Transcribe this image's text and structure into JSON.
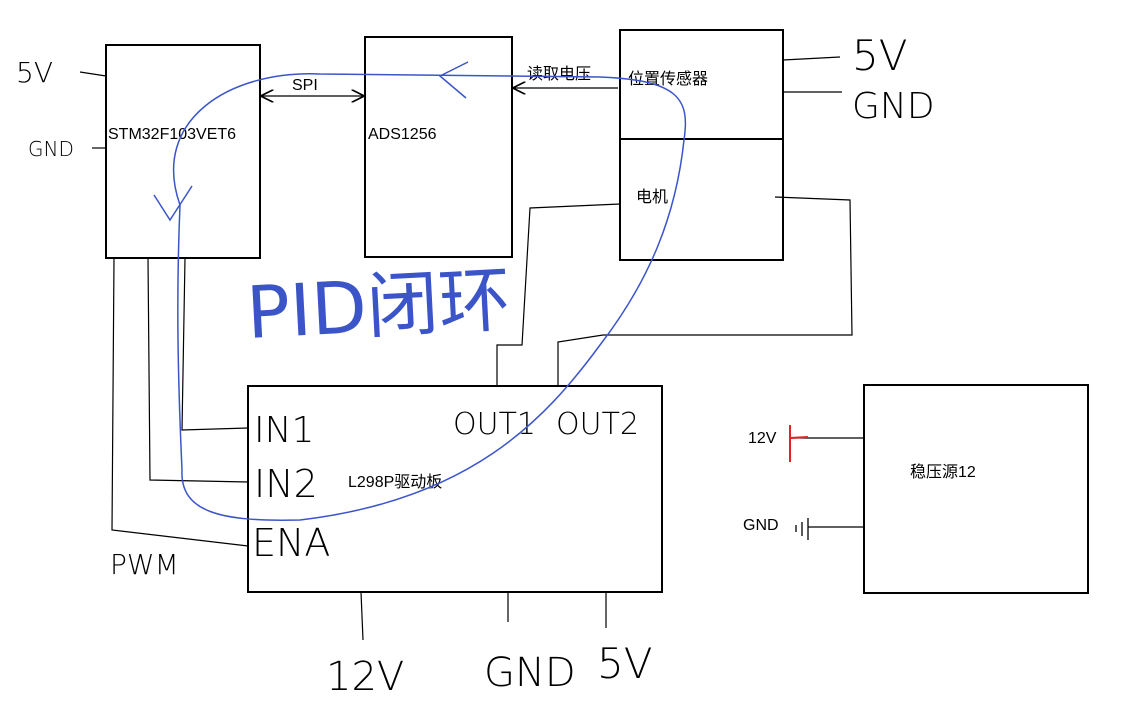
{
  "blocks": {
    "mcu": "STM32F103VET6",
    "adc": "ADS1256",
    "sensor": "位置传感器",
    "motor": "电机",
    "driver": "L298P驱动板",
    "psu": "稳压源12"
  },
  "links": {
    "spi": "SPI",
    "read_voltage": "读取电压"
  },
  "mcu_power": {
    "vcc": "5V",
    "gnd": "GND"
  },
  "sensor_power": {
    "vcc": "5V",
    "gnd": "GND"
  },
  "driver_pins": {
    "in1": "IN1",
    "in2": "IN2",
    "ena": "ENA",
    "out1": "OUT1",
    "out2": "OUT2",
    "v12": "12V",
    "gnd": "GND",
    "v5": "5V"
  },
  "pwm_note": "PWM",
  "psu_terminals": {
    "v12": "12V",
    "gnd": "GND"
  },
  "loop_label": "PID闭环"
}
